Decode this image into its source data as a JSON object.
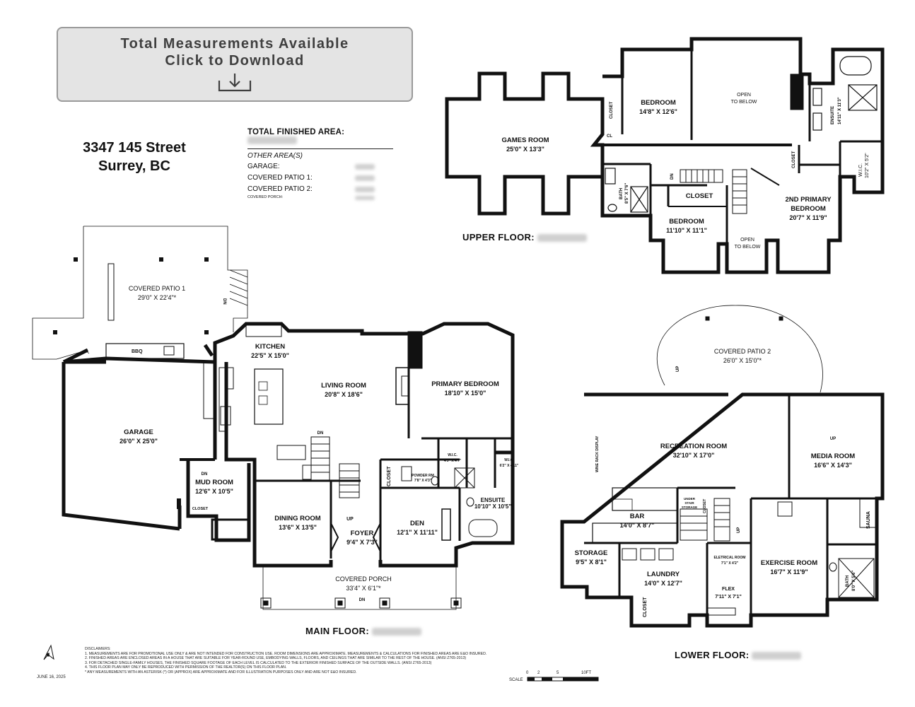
{
  "download": {
    "line1": "Total Measurements Available",
    "line2": "Click to Download",
    "icon": "download-icon"
  },
  "address": {
    "line1": "3347 145 Street",
    "line2": "Surrey, BC"
  },
  "areas": {
    "total_label": "TOTAL FINISHED AREA:",
    "other_label": "OTHER AREA(S)",
    "garage_label": "GARAGE:",
    "patio1_label": "COVERED PATIO 1:",
    "patio2_label": "COVERED PATIO 2:",
    "porch_label": "COVERED PORCH:"
  },
  "floors": {
    "upper": "UPPER FLOOR:",
    "main": "MAIN FLOOR:",
    "lower": "LOWER FLOOR:"
  },
  "upper_rooms": {
    "games": {
      "name": "GAMES ROOM",
      "dim": "25'0\" X 13'3\""
    },
    "closet1": "CLOSET",
    "cl": "CL",
    "bedroom1": {
      "name": "BEDROOM",
      "dim": "14'8\" X 12'6\""
    },
    "open1": {
      "l1": "OPEN",
      "l2": "TO BELOW"
    },
    "ensuite": {
      "name": "ENSUITE",
      "dim": "14'11\" X 11'3\""
    },
    "wic": {
      "name": "W.I.C.",
      "dim": "10'2\" X 5'2\""
    },
    "closet2": "CLOSET",
    "bath": {
      "name": "BATH",
      "dim": "8'5\" X 7'6\""
    },
    "dn": "DN",
    "closet3": "CLOSET",
    "bedroom2": {
      "name": "BEDROOM",
      "dim": "11'10\" X 11'1\""
    },
    "open2": {
      "l1": "OPEN",
      "l2": "TO BELOW"
    },
    "primary2": {
      "l1": "2ND PRIMARY",
      "l2": "BEDROOM",
      "dim": "20'7\" X 11'9\""
    }
  },
  "main_rooms": {
    "patio1": {
      "name": "COVERED PATIO 1",
      "dim": "29'0\" X 22'4\"*"
    },
    "dn1": "DN",
    "bbq": "BBQ",
    "kitchen": {
      "name": "KITCHEN",
      "dim": "22'5\" X 15'0\""
    },
    "living": {
      "name": "LIVING ROOM",
      "dim": "20'8\" X 18'6\""
    },
    "primary": {
      "name": "PRIMARY BEDROOM",
      "dim": "18'10\" X 15'0\""
    },
    "garage": {
      "name": "GARAGE",
      "dim": "26'0\" X 25'0\""
    },
    "dn2": "DN",
    "wic1": {
      "name": "W.I.C.",
      "dim": "4'9\" X 4'7\""
    },
    "wic2": {
      "name": "W.I.C.",
      "dim": "6'2\" X 4'11\""
    },
    "mud": {
      "name": "MUD ROOM",
      "dim": "12'6\" X 10'5\"",
      "dn": "DN"
    },
    "closet_m": "CLOSET",
    "closet_p": "CLOSET",
    "powder": {
      "name": "POWDER RM",
      "dim": "7'8\" X 4'3\""
    },
    "ensuite": {
      "name": "ENSUITE",
      "dim": "10'10\" X 10'5\""
    },
    "dining": {
      "name": "DINING ROOM",
      "dim": "13'6\" X 13'5\""
    },
    "foyer": {
      "name": "FOYER",
      "dim": "9'4\" X 7'3\"",
      "up": "UP"
    },
    "den": {
      "name": "DEN",
      "dim": "12'1\" X 11'11\""
    },
    "porch": {
      "name": "COVERED PORCH",
      "dim": "33'4\" X 6'1\"*",
      "dn": "DN"
    }
  },
  "lower_rooms": {
    "patio2": {
      "name": "COVERED PATIO 2",
      "dim": "26'0\" X 15'0\"*",
      "up": "UP"
    },
    "recreation": {
      "name": "RECREATION ROOM",
      "dim": "32'10\" X 17'0\""
    },
    "wine": "WINE RACK DISPLAY",
    "media": {
      "name": "MEDIA ROOM",
      "dim": "16'6\" X 14'3\"",
      "up": "UP"
    },
    "bar": {
      "name": "BAR",
      "dim": "14'0\" X 8'7\""
    },
    "understair": {
      "l1": "UNDER",
      "l2": "STAIR",
      "l3": "STORAGE"
    },
    "closet_u": "CLOSET",
    "up": "UP",
    "sauna": "SAUNA",
    "storage": {
      "name": "STORAGE",
      "dim": "9'5\" X 8'1\""
    },
    "laundry": {
      "name": "LAUNDRY",
      "dim": "14'0\" X 12'7\""
    },
    "electrical": {
      "name": "ELETRICAL ROOM",
      "dim": "7'1\" X 4'2\""
    },
    "exercise": {
      "name": "EXERCISE ROOM",
      "dim": "16'7\" X 11'9\""
    },
    "flex": {
      "name": "FLEX",
      "dim": "7'11\" X 7'1\""
    },
    "bath": {
      "name": "BATH",
      "dim": "8'0\" X 5'6\""
    },
    "closet_l": "CLOSET"
  },
  "footer": {
    "north": "N",
    "date": "JUNE 16, 2025",
    "disclaimers_title": "DISCLAIMERS:",
    "disclaimers": [
      "1. MEASUREMENTS ARE FOR PROMOTIONAL USE ONLY & ARE NOT INTENDED FOR CONSTRUCTION USE. ROOM DIMENSIONS ARE APPROXIMATE. MEASUREMENTS & CALCULATIONS FOR FINISHED AREAS ARE E&O INSURED.",
      "2. FINISHED AREAS ARE ENCLOSED AREAS IN A HOUSE THAT ARE SUITABLE FOR YEAR-ROUND USE, EMBODYING WALLS, FLOORS, AND CEILINGS THAT ARE SIMILAR TO THE REST OF THE HOUSE. (ANSI Z765-2013)",
      "3. FOR DETACHED SINGLE-FAMILY HOUSES, THE FINISHED SQUARE FOOTAGE OF EACH LEVEL IS CALCULATED TO THE EXTERIOR FINISHED SURFACE OF THE OUTSIDE WALLS. (ANSI Z765-2013)",
      "4. THIS FLOOR PLAN MAY ONLY BE REPRODUCED WITH PERMISSION OF THE REALTOR(S) ON THIS FLOOR PLAN.",
      "* ANY MEASUREMENTS WITH AN ASTERISK (*) OR (APPROX) ARE APPROXIMATE AND FOR ILLUSTRATION PURPOSES ONLY AND ARE NOT E&O INSURED."
    ],
    "scale": {
      "label": "SCALE",
      "t0": "0",
      "t2": "2",
      "t5": "5",
      "t10": "10FT"
    }
  }
}
